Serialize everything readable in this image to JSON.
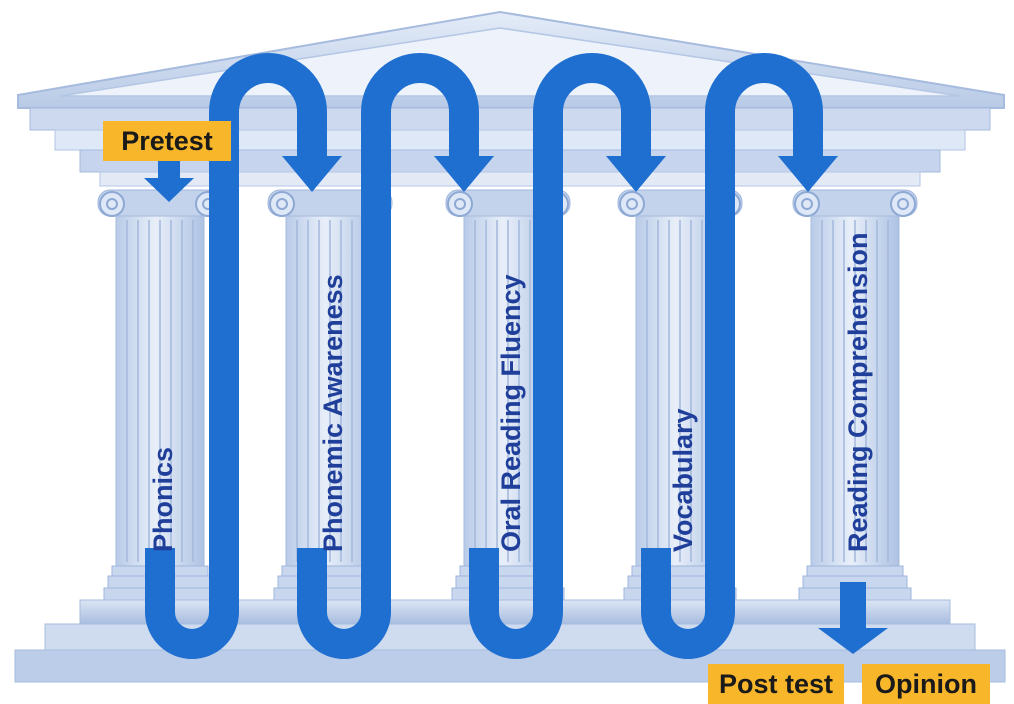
{
  "diagram": {
    "start_label": "Pretest",
    "end_labels": [
      "Post test",
      "Opinion"
    ],
    "pillars": [
      {
        "label": "Phonics"
      },
      {
        "label": "Phonemic Awareness"
      },
      {
        "label": "Oral Reading Fluency"
      },
      {
        "label": "Vocabulary"
      },
      {
        "label": "Reading Comprehension"
      }
    ],
    "colors": {
      "flow_arrow": "#1f6fd1",
      "pillar_text": "#1f3f9a",
      "label_box": "#f8b62b",
      "temple": "#c9d8ef"
    }
  }
}
